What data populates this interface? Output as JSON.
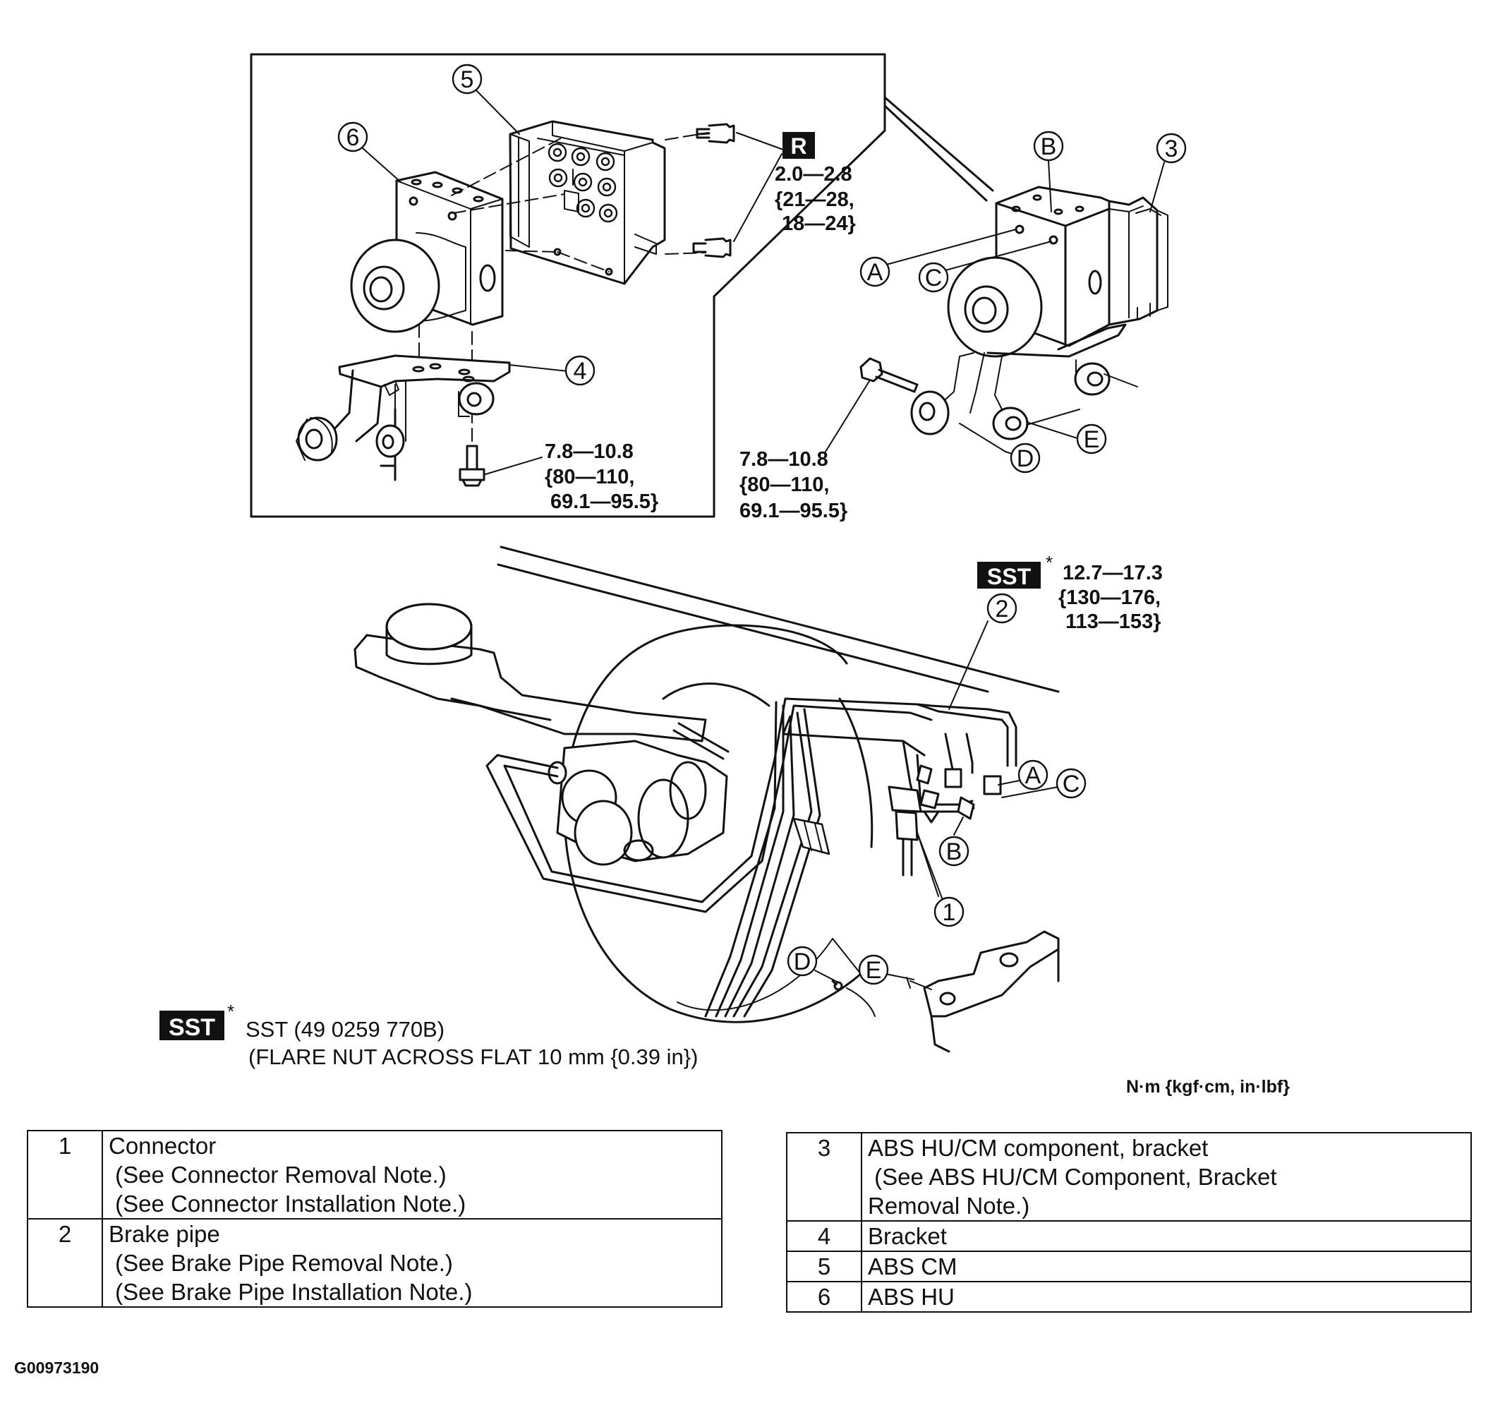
{
  "inset": {
    "callouts": {
      "c5": "5",
      "c6": "6",
      "c4": "4"
    },
    "r_badge": "R",
    "torque_top": [
      "2.0—2.8",
      "{21—28,",
      "18—24}"
    ],
    "torque_bottom": [
      "7.8—10.8",
      "{80—110,",
      "69.1—95.5}"
    ]
  },
  "unit_view": {
    "callouts": {
      "b": "B",
      "c3": "3",
      "a": "A",
      "c": "C",
      "d": "D",
      "e": "E"
    },
    "torque": [
      "7.8—10.8",
      "{80—110,",
      "69.1—95.5}"
    ]
  },
  "main_view": {
    "sst_badge": "SST",
    "asterisk": "*",
    "torque": [
      "12.7—17.3",
      "{130—176,",
      "113—153}"
    ],
    "callouts": {
      "c2": "2",
      "a": "A",
      "c": "C",
      "b": "B",
      "c1": "1",
      "d": "D",
      "e": "E"
    }
  },
  "sst_note": {
    "badge": "SST",
    "asterisk": "*",
    "lines": [
      "SST (49 0259 770B)",
      "(FLARE NUT ACROSS FLAT 10 mm {0.39 in})"
    ]
  },
  "units_label": "N·m {kgf·cm, in·lbf}",
  "figure_id": "G00973190",
  "parts_table_left": [
    {
      "num": "1",
      "lines": [
        "Connector",
        " (See Connector Removal Note.)",
        " (See Connector Installation Note.)"
      ]
    },
    {
      "num": "2",
      "lines": [
        "Brake pipe",
        " (See Brake Pipe Removal Note.)",
        " (See Brake Pipe Installation Note.)"
      ]
    }
  ],
  "parts_table_right": [
    {
      "num": "3",
      "lines": [
        "ABS HU/CM component, bracket",
        " (See ABS HU/CM Component, Bracket",
        "Removal Note.)"
      ]
    },
    {
      "num": "4",
      "lines": [
        "Bracket"
      ]
    },
    {
      "num": "5",
      "lines": [
        "ABS CM"
      ]
    },
    {
      "num": "6",
      "lines": [
        "ABS HU"
      ]
    }
  ]
}
